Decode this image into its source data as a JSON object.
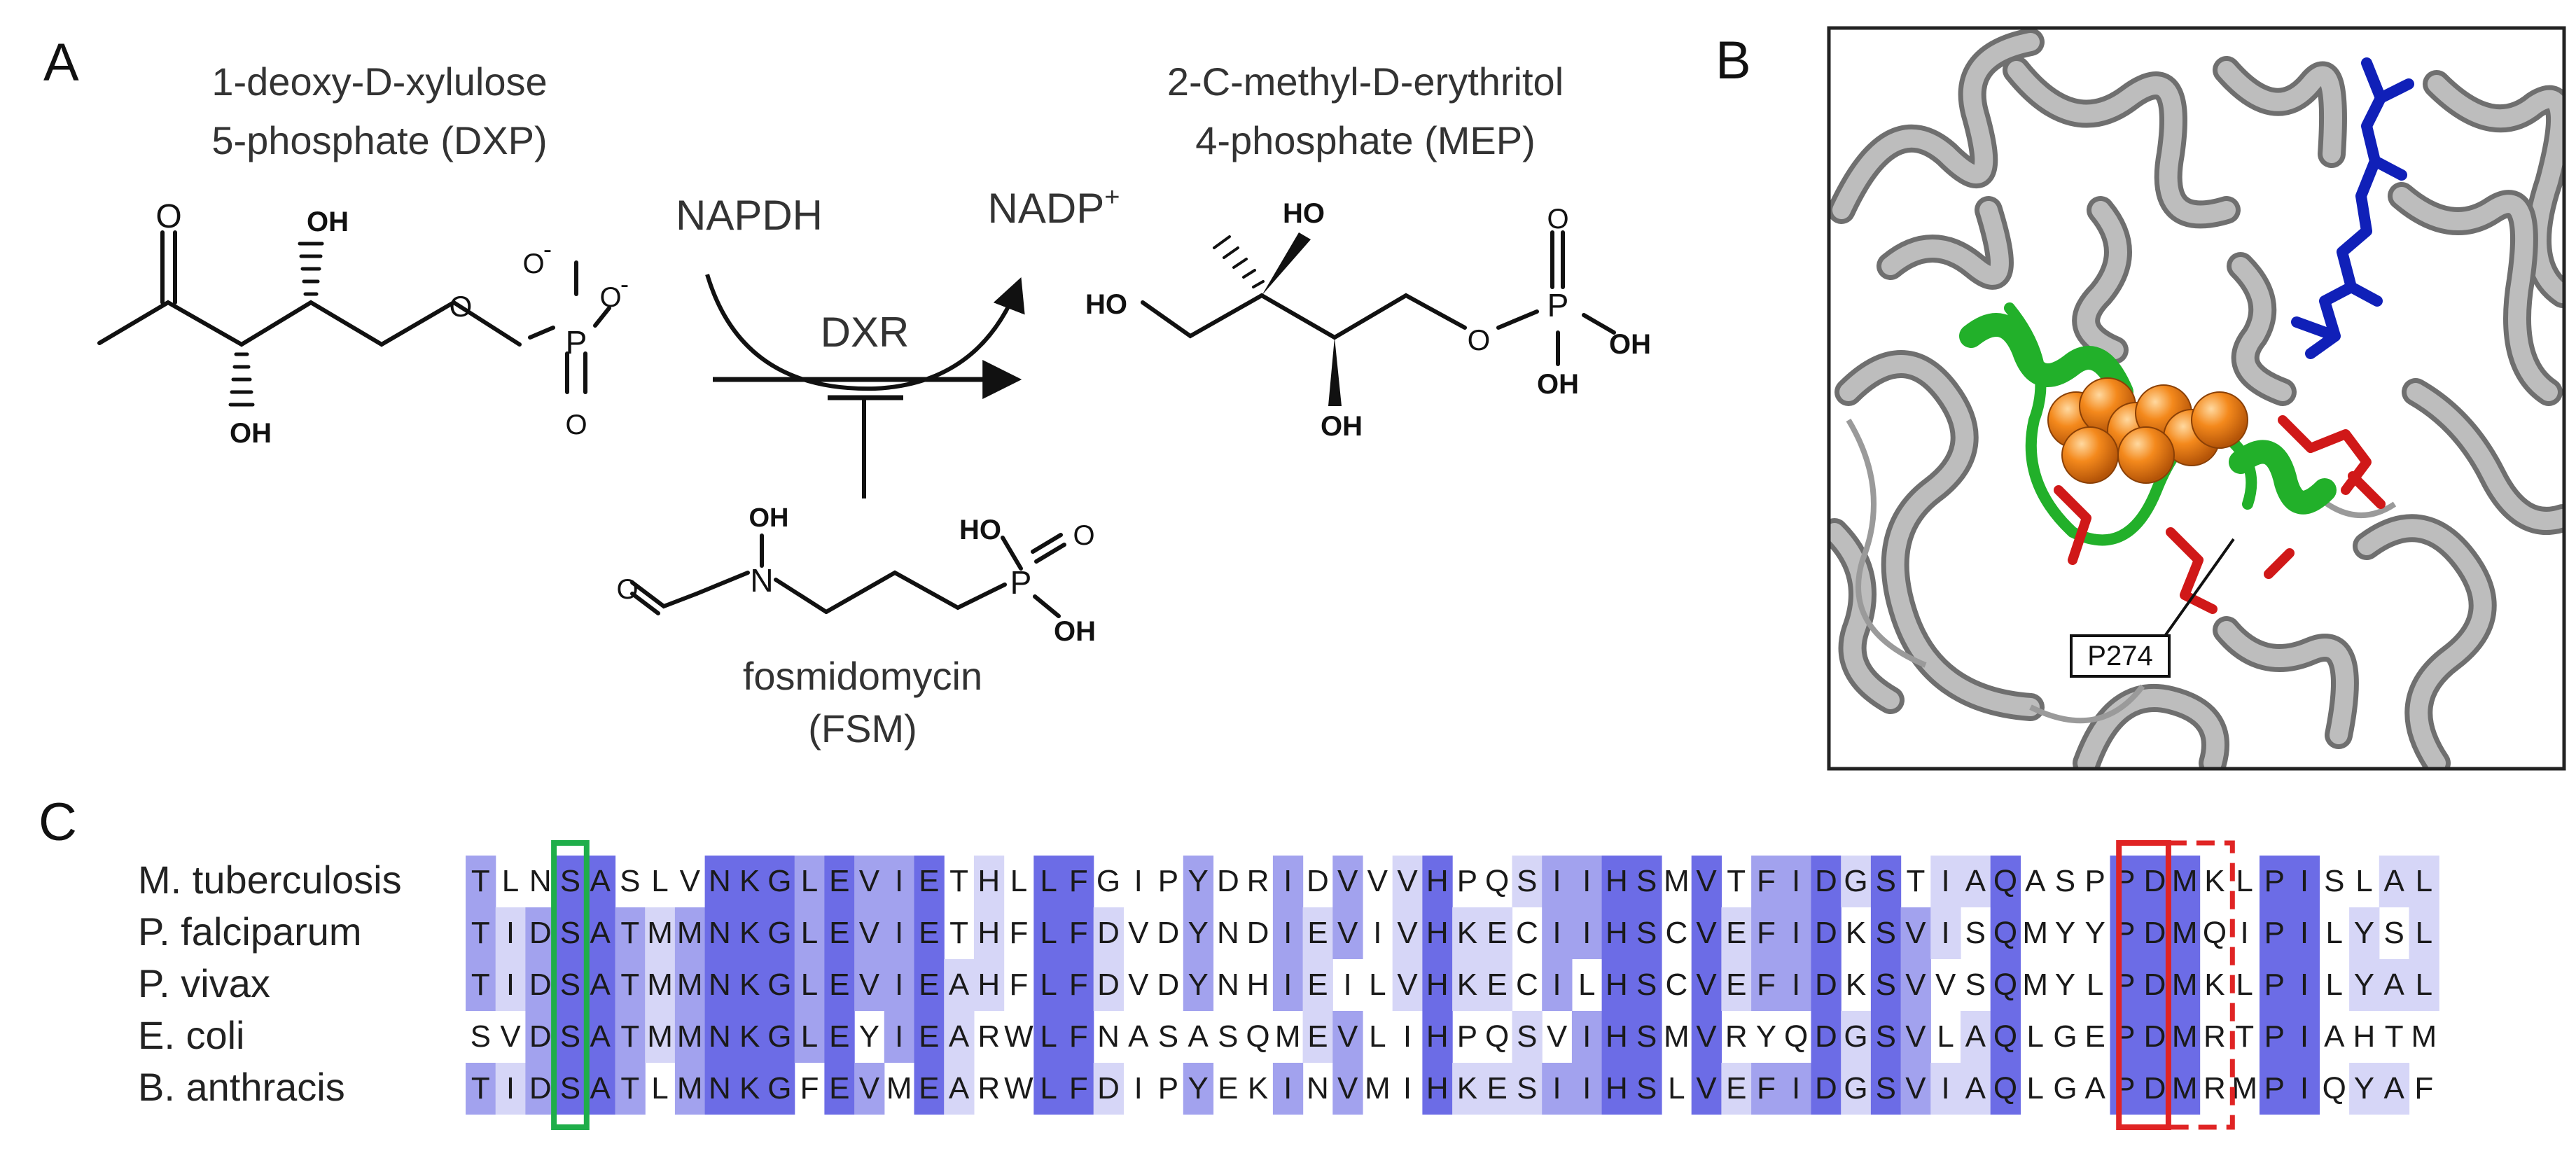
{
  "panel_a": {
    "label": "A",
    "substrate_name": [
      "1-deoxy-D-xylulose",
      "5-phosphate (DXP)"
    ],
    "product_name": [
      "2-C-methyl-D-erythritol",
      "4-phosphate (MEP)"
    ],
    "cofactor_in": "NAPDH",
    "cofactor_out": "NADP",
    "cofactor_out_sup": "+",
    "enzyme": "DXR",
    "inhibitor_name": [
      "fosmidomycin",
      "(FSM)"
    ],
    "atoms": {
      "O": "O",
      "OH": "OH",
      "HO": "HO",
      "P": "P",
      "N": "N",
      "O_minus": "O",
      "minus": "-"
    }
  },
  "panel_b": {
    "label": "B",
    "residue_label": "P274",
    "colors": {
      "backbone": "#8a8a8a",
      "active_loop": "#22b02a",
      "cofactor": "#1020b8",
      "ligand": "#f07a10",
      "residues": "#d01818"
    }
  },
  "panel_c": {
    "label": "C",
    "species": [
      "M. tuberculosis",
      "P. falciparum",
      "P. vivax",
      "E. coli",
      "B. anthracis"
    ],
    "sequences": [
      "TLNSASLVNKGLEVIETHLLFGIPYDRIDVVVHPQSIIHSMVTFIDGSTIAQASPPDMKLPISLAL",
      "TIDSATMMNKGLEVIETHFLFDVDYNDIEVIVHKECIIHSCVEFIDKSVISQMYYPDMQIPILYSL",
      "TIDSATMMNKGLEVIEAHFLFDVDYNHIEILVHKECILHSCVEFIDKSVVSQMYLPDMKLPILYAL",
      "SVDSATMMNKGLEYIEARWLFNASASQMEVLIHPQSVIHSMVRYQDGSVLAQLGEPDMRTPIAHTM",
      "TIDSATLMNKGFEVMEARWLFDIPYEKINVMIHKESIIHSLVEFIDGSVIAQLGAPDMRMPIQYAF"
    ],
    "highlight_colors": {
      "serine_box": "#1fae4a",
      "proline_box": "#e02424",
      "dm_box": "#e02424"
    },
    "conservation_colors": [
      "#ffffff",
      "#d6d6f7",
      "#a2a2ee",
      "#6c6ce6"
    ]
  }
}
